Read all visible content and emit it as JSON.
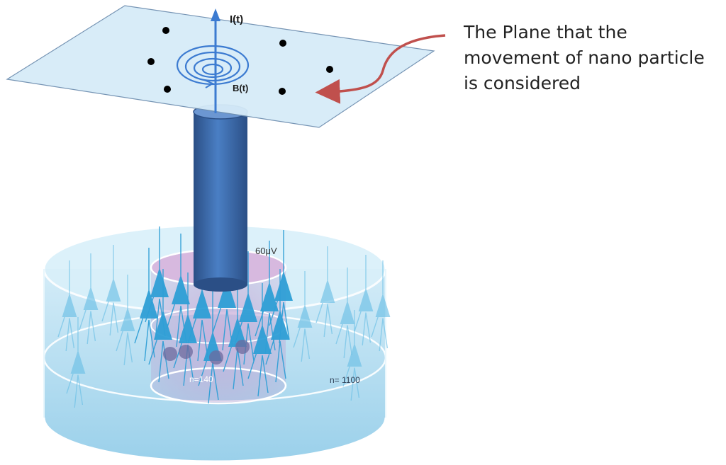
{
  "diagram": {
    "labels": {
      "current": "I(t)",
      "field": "B(t)",
      "voltage": "60μV",
      "inner_count": "n=140",
      "outer_count": "n= 1100"
    },
    "callout": {
      "line1": "The Plane that the",
      "line2": "movement of nano particle",
      "line3": "is considered"
    },
    "colors": {
      "plane_fill": "#d6ebf8",
      "plane_edge": "#6f8fb0",
      "electrode": "#3f6fb3",
      "electrode_dark": "#2b4f86",
      "tissue": "#a8d9ef",
      "neuron": "#2f9fd6",
      "soma": "#6c6a9e",
      "arrow": "#c0504d",
      "current_arrow": "#3c7bd1"
    }
  }
}
